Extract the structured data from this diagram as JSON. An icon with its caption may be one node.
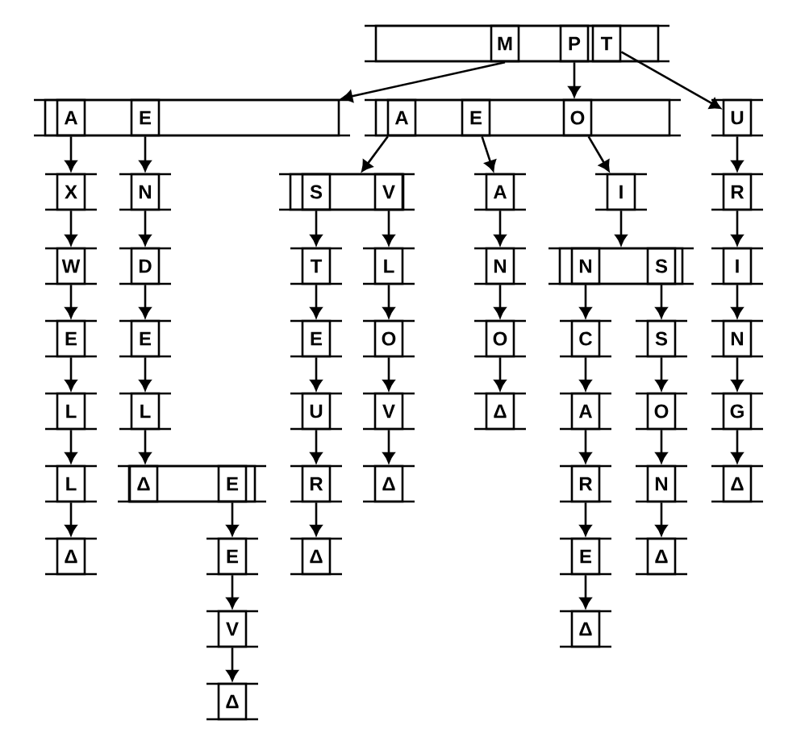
{
  "diagram": {
    "nodes": [
      {
        "text": [],
        "shape": "box"
      },
      {
        "text": [
          "M"
        ],
        "in": 0
      },
      {
        "text": [
          "P"
        ],
        "in": 0
      },
      {
        "text": [
          "T"
        ],
        "in": 0
      },
      {
        "text": [],
        "shape": "box"
      },
      {
        "text": [
          "A"
        ],
        "in": 4
      },
      {
        "text": [
          "E"
        ],
        "in": 4
      },
      {
        "text": [],
        "shape": "box"
      },
      {
        "text": [
          "A"
        ],
        "in": 7
      },
      {
        "text": [
          "E"
        ],
        "in": 7
      },
      {
        "text": [
          "O"
        ],
        "in": 7
      },
      {
        "text": [
          "U"
        ]
      },
      {
        "text": [
          "X"
        ]
      },
      {
        "text": [
          "N"
        ]
      },
      {
        "text": [],
        "shape": "box"
      },
      {
        "text": [
          "S"
        ],
        "in": 14
      },
      {
        "text": [
          "V"
        ],
        "in": 14
      },
      {
        "text": [
          "A"
        ]
      },
      {
        "text": [
          "I"
        ]
      },
      {
        "text": [
          "R"
        ]
      },
      {
        "text": [
          "W"
        ]
      },
      {
        "text": [
          "D"
        ]
      },
      {
        "text": [
          "T"
        ]
      },
      {
        "text": [
          "L"
        ]
      },
      {
        "text": [
          "N"
        ]
      },
      {
        "text": [],
        "shape": "box"
      },
      {
        "text": [
          "N"
        ],
        "in": 25
      },
      {
        "text": [
          "S"
        ],
        "in": 25
      },
      {
        "text": [
          "I"
        ]
      },
      {
        "text": [
          "E"
        ]
      },
      {
        "text": [
          "E"
        ]
      },
      {
        "text": [
          "E"
        ]
      },
      {
        "text": [
          "O"
        ]
      },
      {
        "text": [
          "O"
        ]
      },
      {
        "text": [
          "C"
        ]
      },
      {
        "text": [
          "S"
        ]
      },
      {
        "text": [
          "N"
        ]
      },
      {
        "text": [
          "L"
        ]
      },
      {
        "text": [
          "L"
        ]
      },
      {
        "text": [
          "U"
        ]
      },
      {
        "text": [
          "V"
        ]
      },
      {
        "text": [
          "Δ"
        ]
      },
      {
        "text": [
          "A"
        ]
      },
      {
        "text": [
          "O"
        ]
      },
      {
        "text": [
          "G"
        ]
      },
      {
        "text": [
          "L"
        ]
      },
      {
        "text": [],
        "shape": "box"
      },
      {
        "text": [
          "Δ"
        ],
        "in": 46
      },
      {
        "text": [
          "E"
        ],
        "in": 46
      },
      {
        "text": [
          "R"
        ]
      },
      {
        "text": [
          "Δ"
        ]
      },
      {
        "text": [
          "R"
        ]
      },
      {
        "text": [
          "N"
        ]
      },
      {
        "text": [
          "Δ"
        ]
      },
      {
        "text": [
          "Δ"
        ]
      },
      {
        "text": [
          "E"
        ]
      },
      {
        "text": [
          "Δ"
        ]
      },
      {
        "text": [
          "E"
        ]
      },
      {
        "text": [
          "Δ"
        ]
      },
      {
        "text": [
          "V"
        ]
      },
      {
        "text": [
          "Δ"
        ]
      },
      {
        "text": [
          "Δ"
        ]
      }
    ],
    "edges": [
      {
        "from": 1,
        "to": 4,
        "arrow": "to"
      },
      {
        "from": 2,
        "to": 7,
        "arrow": "to"
      },
      {
        "from": 3,
        "to": 11,
        "arrow": "to"
      },
      {
        "from": 5,
        "to": 12,
        "arrow": "to"
      },
      {
        "from": 6,
        "to": 13,
        "arrow": "to"
      },
      {
        "from": 8,
        "to": 14,
        "arrow": "to"
      },
      {
        "from": 9,
        "to": 17,
        "arrow": "to"
      },
      {
        "from": 10,
        "to": 18,
        "arrow": "to"
      },
      {
        "from": 11,
        "to": 19,
        "arrow": "to"
      },
      {
        "from": 12,
        "to": 20,
        "arrow": "to"
      },
      {
        "from": 13,
        "to": 21,
        "arrow": "to"
      },
      {
        "from": 15,
        "to": 22,
        "arrow": "to"
      },
      {
        "from": 16,
        "to": 23,
        "arrow": "to"
      },
      {
        "from": 17,
        "to": 24,
        "arrow": "to"
      },
      {
        "from": 18,
        "to": 25,
        "arrow": "to"
      },
      {
        "from": 19,
        "to": 28,
        "arrow": "to"
      },
      {
        "from": 20,
        "to": 29,
        "arrow": "to"
      },
      {
        "from": 21,
        "to": 30,
        "arrow": "to"
      },
      {
        "from": 22,
        "to": 31,
        "arrow": "to"
      },
      {
        "from": 23,
        "to": 32,
        "arrow": "to"
      },
      {
        "from": 24,
        "to": 33,
        "arrow": "to"
      },
      {
        "from": 26,
        "to": 34,
        "arrow": "to"
      },
      {
        "from": 27,
        "to": 35,
        "arrow": "to"
      },
      {
        "from": 28,
        "to": 36,
        "arrow": "to"
      },
      {
        "from": 29,
        "to": 37,
        "arrow": "to"
      },
      {
        "from": 30,
        "to": 38,
        "arrow": "to"
      },
      {
        "from": 31,
        "to": 39,
        "arrow": "to"
      },
      {
        "from": 32,
        "to": 40,
        "arrow": "to"
      },
      {
        "from": 33,
        "to": 41,
        "arrow": "to"
      },
      {
        "from": 34,
        "to": 42,
        "arrow": "to"
      },
      {
        "from": 35,
        "to": 43,
        "arrow": "to"
      },
      {
        "from": 36,
        "to": 44,
        "arrow": "to"
      },
      {
        "from": 37,
        "to": 45,
        "arrow": "to"
      },
      {
        "from": 38,
        "to": 46,
        "arrow": "to"
      },
      {
        "from": 39,
        "to": 49,
        "arrow": "to"
      },
      {
        "from": 40,
        "to": 50,
        "arrow": "to"
      },
      {
        "from": 42,
        "to": 51,
        "arrow": "to"
      },
      {
        "from": 43,
        "to": 52,
        "arrow": "to"
      },
      {
        "from": 44,
        "to": 53,
        "arrow": "to"
      },
      {
        "from": 45,
        "to": 54,
        "arrow": "to"
      },
      {
        "from": 48,
        "to": 55,
        "arrow": "to"
      },
      {
        "from": 49,
        "to": 56,
        "arrow": "to"
      },
      {
        "from": 51,
        "to": 57,
        "arrow": "to"
      },
      {
        "from": 52,
        "to": 58,
        "arrow": "to"
      },
      {
        "from": 55,
        "to": 59,
        "arrow": "to"
      },
      {
        "from": 57,
        "to": 60,
        "arrow": "to"
      },
      {
        "from": 59,
        "to": 61,
        "arrow": "to"
      }
    ]
  }
}
